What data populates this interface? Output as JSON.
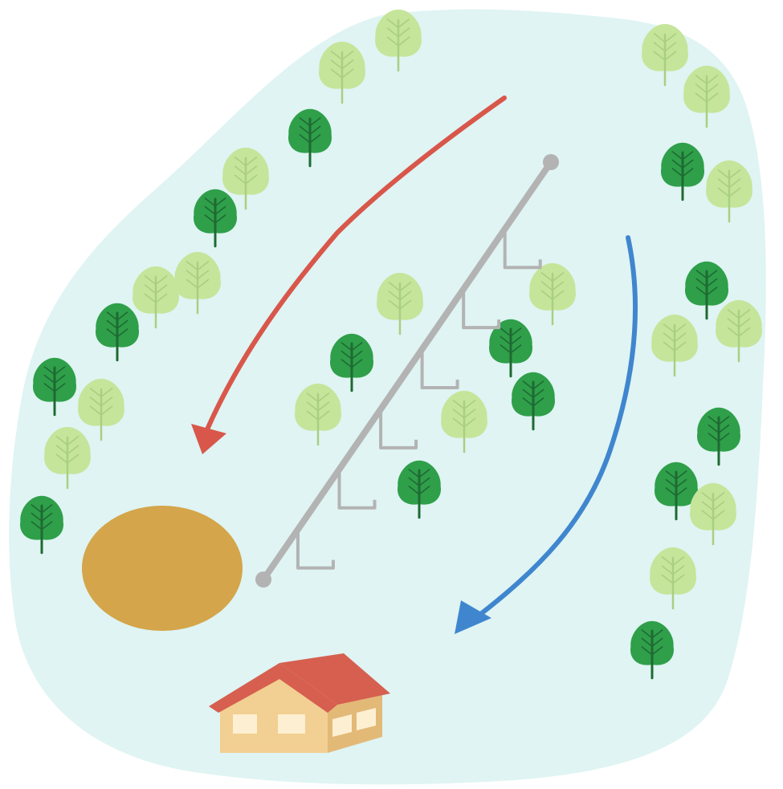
{
  "map": {
    "colors": {
      "snow": "#dff4f3",
      "tree_dark": "#2f9f4a",
      "tree_dark_trunk": "#1f6a33",
      "tree_light": "#c5e59a",
      "tree_light_vein": "#a9cf82",
      "red_run": "#d8574a",
      "blue_run": "#3f86cf",
      "lift": "#b3b3b3",
      "pond": "#d4a54a",
      "roof": "#d65f4f",
      "wall": "#f2cf92",
      "wall_side": "#e3b978",
      "window": "#fdf0d2"
    },
    "icons": {
      "tree_dark": "dark-green-tree-icon",
      "tree_light": "light-green-tree-icon",
      "lift_chair": "chairlift-chair-icon",
      "lodge": "ski-lodge-icon",
      "pond": "pond-icon"
    },
    "runs": [
      {
        "id": "red-run",
        "color_key": "red_run",
        "direction": "downhill"
      },
      {
        "id": "blue-run",
        "color_key": "blue_run",
        "direction": "downhill"
      }
    ],
    "lift": {
      "chairs": 6
    }
  }
}
